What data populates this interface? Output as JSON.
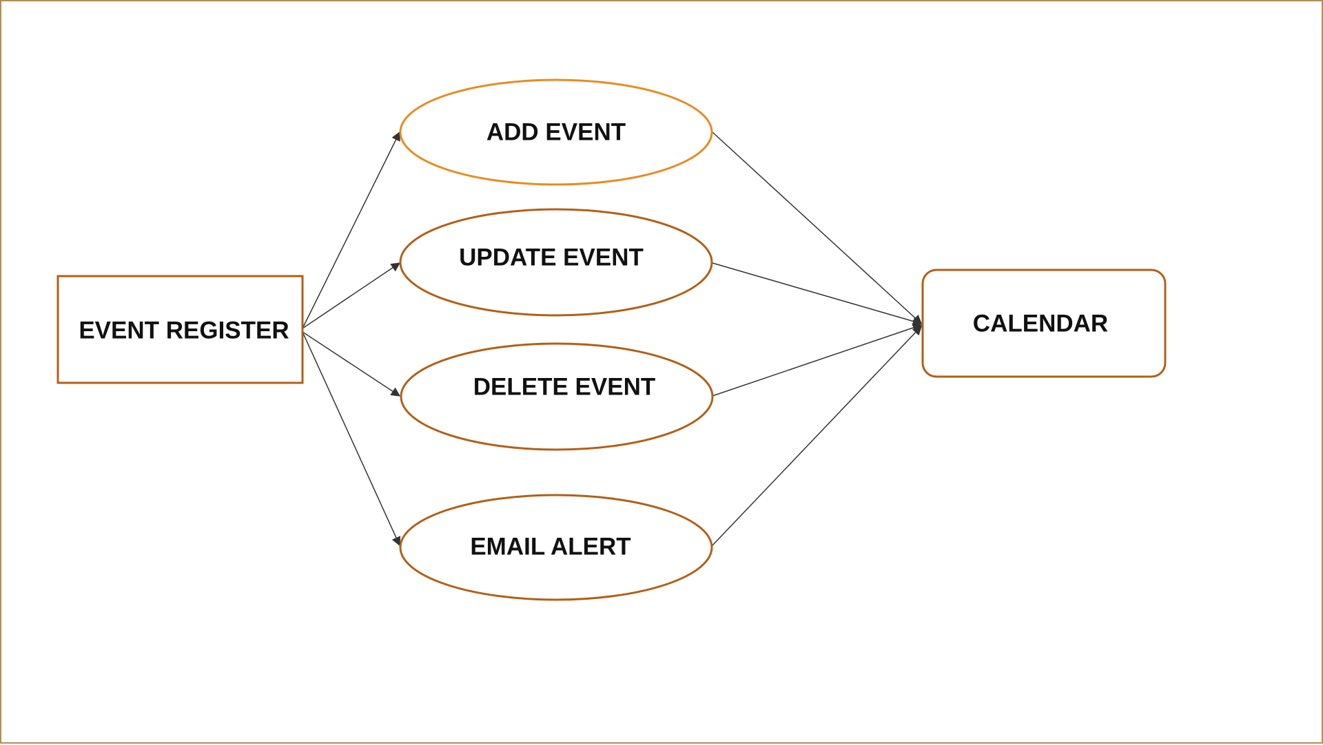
{
  "diagram": {
    "nodes": {
      "source": {
        "label": "EVENT REGISTER",
        "shape": "rectangle",
        "stroke": "#b35f15"
      },
      "add_event": {
        "label": "ADD EVENT",
        "shape": "ellipse",
        "stroke": "#e88b1f"
      },
      "update_event": {
        "label": "UPDATE EVENT",
        "shape": "ellipse",
        "stroke": "#b35f15"
      },
      "delete_event": {
        "label": "DELETE EVENT",
        "shape": "ellipse",
        "stroke": "#b35f15"
      },
      "email_alert": {
        "label": "EMAIL ALERT",
        "shape": "ellipse",
        "stroke": "#b35f15"
      },
      "target": {
        "label": "CALENDAR",
        "shape": "rounded-rectangle",
        "stroke": "#b35f15"
      }
    },
    "edges": [
      {
        "from": "source",
        "to": "add_event"
      },
      {
        "from": "source",
        "to": "update_event"
      },
      {
        "from": "source",
        "to": "delete_event"
      },
      {
        "from": "source",
        "to": "email_alert"
      },
      {
        "from": "add_event",
        "to": "target"
      },
      {
        "from": "update_event",
        "to": "target"
      },
      {
        "from": "delete_event",
        "to": "target"
      },
      {
        "from": "email_alert",
        "to": "target"
      }
    ],
    "colors": {
      "frame_border": "#b08d57",
      "connector": "#333333",
      "text": "#111111"
    }
  }
}
